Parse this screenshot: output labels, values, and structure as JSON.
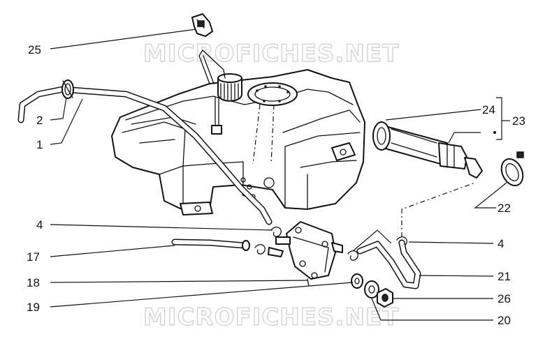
{
  "watermark": "MICROFICHES.NET",
  "callouts": {
    "c25": "25",
    "c2": "2",
    "c1": "1",
    "c24": "24",
    "c23": "23",
    "c22": "22",
    "c4a": "4",
    "c4b": "4",
    "c17": "17",
    "c18": "18",
    "c19": "19",
    "c21": "21",
    "c26": "26",
    "c20": "20"
  }
}
